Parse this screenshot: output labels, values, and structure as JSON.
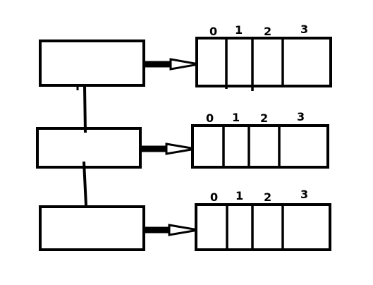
{
  "diagram": {
    "rows": [
      {
        "index_labels": [
          "0",
          "1",
          "2",
          "3"
        ]
      },
      {
        "index_labels": [
          "0",
          "1",
          "2",
          "3"
        ]
      },
      {
        "index_labels": [
          "0",
          "1",
          "2",
          "3"
        ]
      }
    ]
  }
}
